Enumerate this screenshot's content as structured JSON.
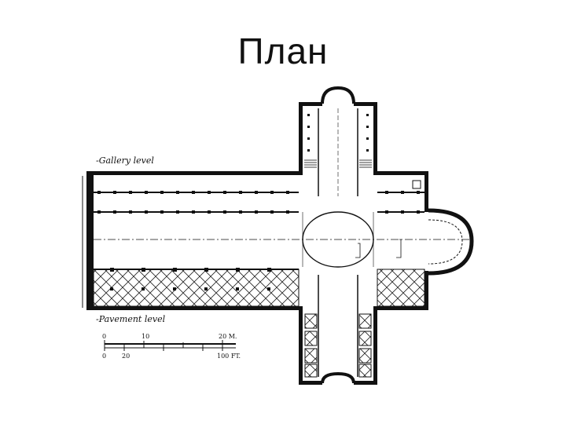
{
  "slide": {
    "title": "План"
  },
  "plan": {
    "gallery_label": "-Gallery level",
    "pavement_label": "-Pavement level",
    "scale_meters": {
      "ticks": [
        "0",
        "10",
        "20 M."
      ]
    },
    "scale_feet": {
      "ticks": [
        "0",
        "20",
        "100 FT."
      ]
    }
  }
}
